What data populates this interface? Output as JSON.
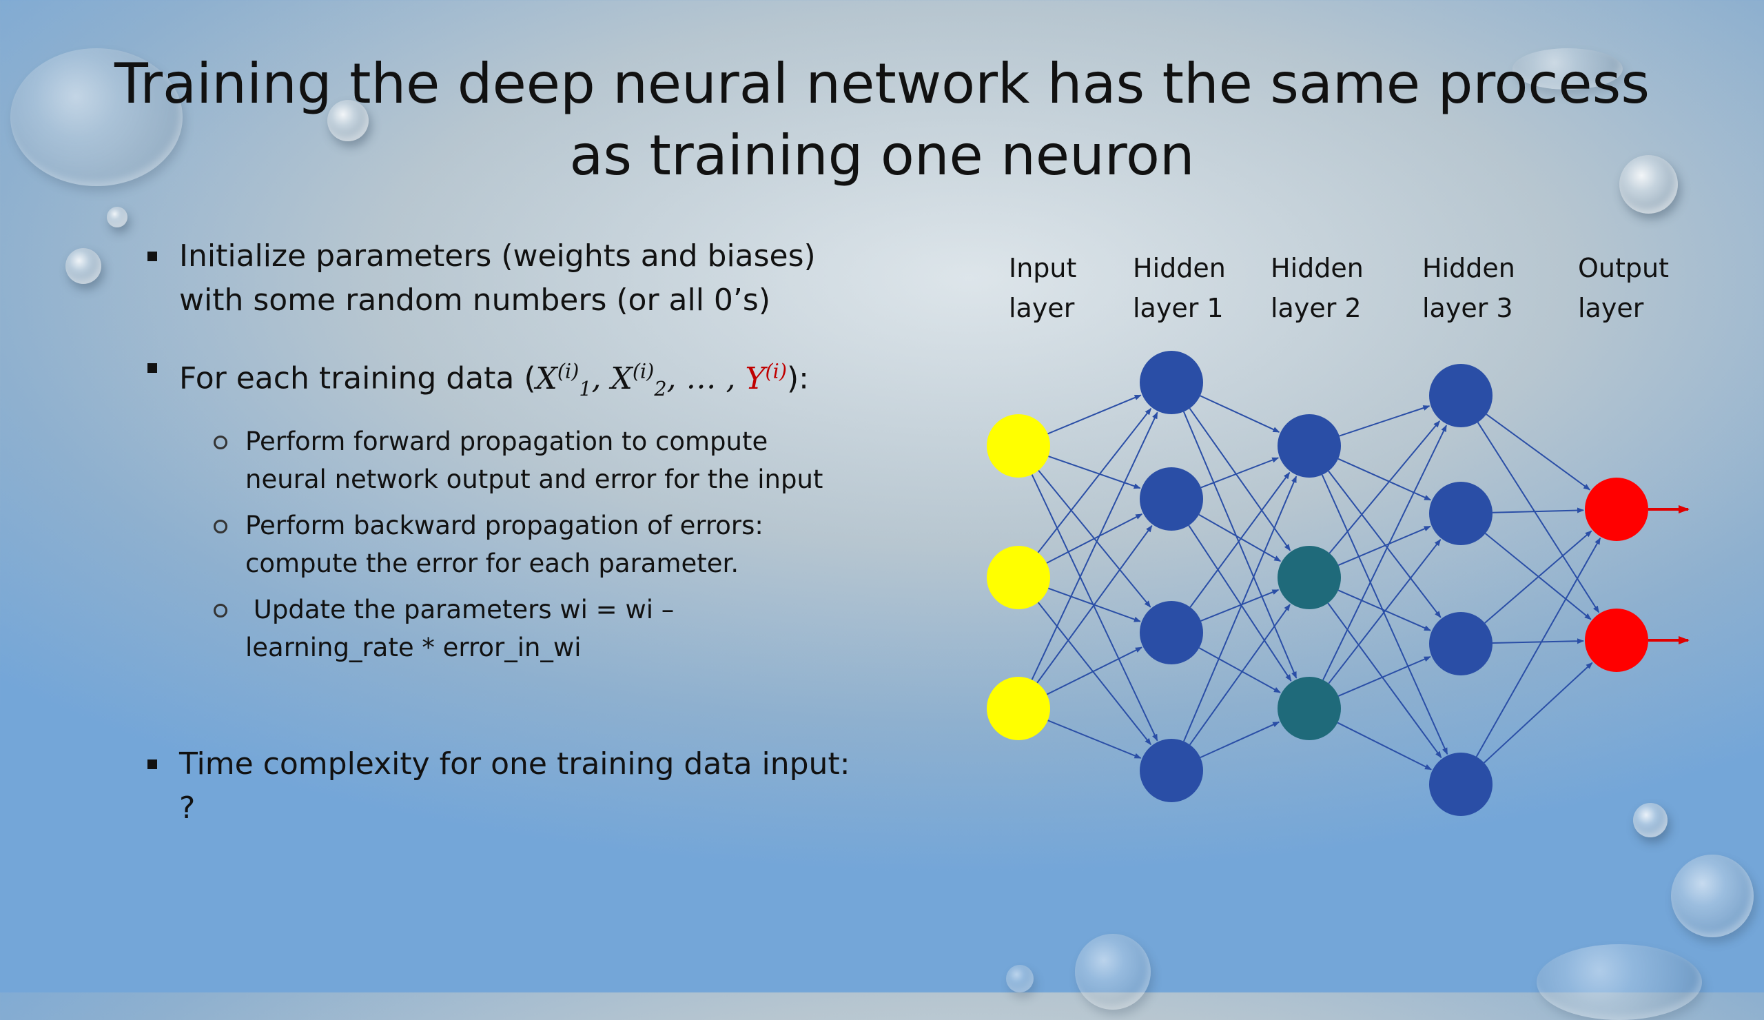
{
  "slide": {
    "title_line1": "Training the deep neural network has the same process",
    "title_line2": "as training one neuron"
  },
  "bullets": {
    "init_line1": "Initialize parameters (weights and biases)",
    "init_line2": "with some random numbers (or all 0’s)",
    "foreach_prefix": "For each training data (",
    "foreach_x1": "X",
    "foreach_sep": ", ",
    "foreach_x2": "X",
    "foreach_ellipsis": ", … , ",
    "foreach_y": "Y",
    "sup_i": "(i)",
    "sub_1": "1",
    "sub_2": "2",
    "foreach_suffix": "):",
    "sub1_line1": "Perform forward propagation to compute",
    "sub1_line2": "neural network output and error for the input",
    "sub2_line1": "Perform backward propagation of errors:",
    "sub2_line2": "compute the error for each parameter.",
    "sub3_line1": " Update the parameters wi = wi –",
    "sub3_line2": "learning_rate * error_in_wi",
    "time_line1": "Time complexity for one training data input:",
    "time_line2": "?"
  },
  "network": {
    "layers": [
      {
        "label1": "Input",
        "label2": "layer",
        "color": "#ffff00",
        "nodes": 3
      },
      {
        "label1": "Hidden",
        "label2": "layer 1",
        "color": "#2a4ea6",
        "nodes": 4
      },
      {
        "label1": "Hidden",
        "label2": "layer 2",
        "colors": [
          "#2a4ea6",
          "#1f6a7a",
          "#1f6a7a"
        ],
        "nodes": 3
      },
      {
        "label1": "Hidden",
        "label2": "layer 3",
        "color": "#2a4ea6",
        "nodes": 4
      },
      {
        "label1": "Output",
        "label2": "layer",
        "color": "#ff0000",
        "nodes": 2
      }
    ],
    "edge_color": "#2a4ea6",
    "output_arrow_color": "#e00000"
  }
}
